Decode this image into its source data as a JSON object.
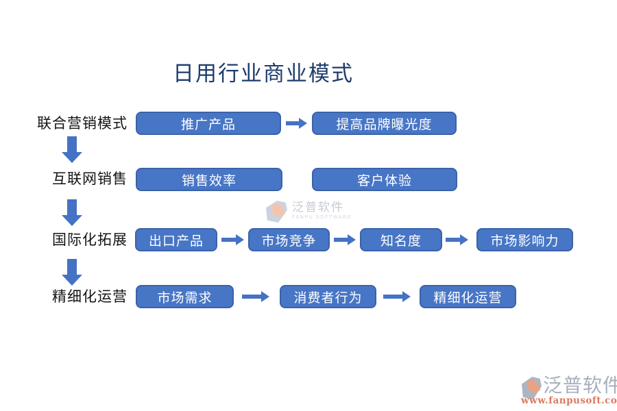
{
  "title": "日用行业商业模式",
  "rows": [
    {
      "label": "联合营销模式",
      "boxes": [
        "推广产品",
        "提高品牌曝光度"
      ]
    },
    {
      "label": "互联网销售",
      "boxes": [
        "销售效率",
        "客户体验"
      ]
    },
    {
      "label": "国际化拓展",
      "boxes": [
        "出口产品",
        "市场竞争",
        "知名度",
        "市场影响力"
      ]
    },
    {
      "label": "精细化运营",
      "boxes": [
        "市场需求",
        "消费者行为",
        "精细化运营"
      ]
    }
  ],
  "watermark": {
    "brand": "泛普软件",
    "brand_en": "FANPU SOFTWARE"
  },
  "footer": {
    "brand": "泛普软件",
    "website": "www.fanpusoft.com"
  },
  "colors": {
    "node_fill": "#4876C6",
    "node_border": "#3A62A8",
    "arrow": "#4472C4",
    "title_text": "#1D3C6B",
    "watermark_gray": "#C4CAD6",
    "footer_url_orange": "#DB7A5F"
  }
}
